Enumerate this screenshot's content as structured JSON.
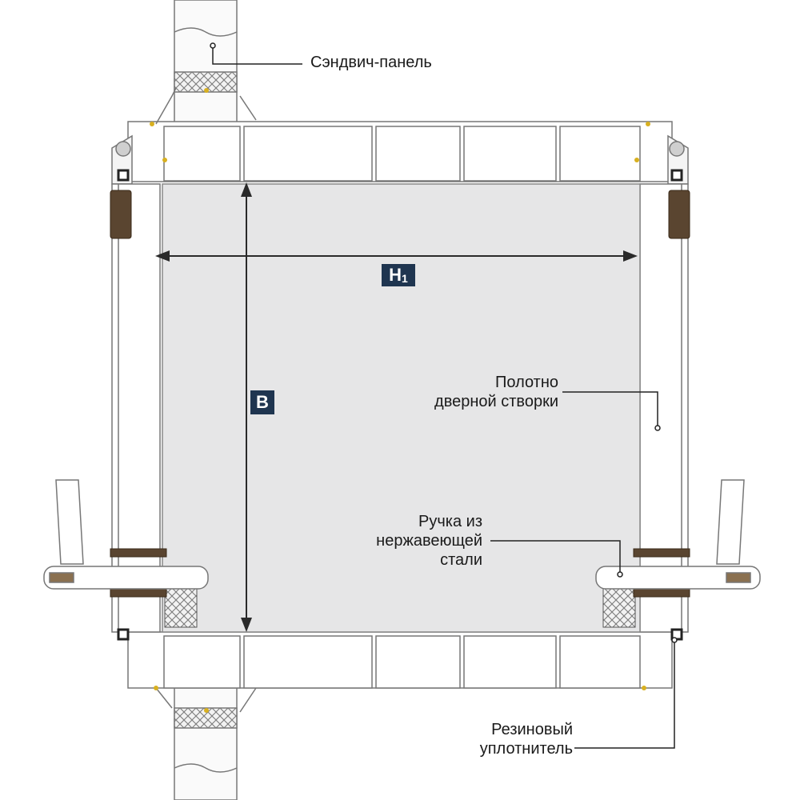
{
  "labels": {
    "sandwich_panel": "Сэндвич-панель",
    "door_leaf_line1": "Полотно",
    "door_leaf_line2": "дверной створки",
    "handle_line1": "Ручка из",
    "handle_line2": "нержавеющей",
    "handle_line3": "стали",
    "seal_line1": "Резиновый",
    "seal_line2": "уплотнитель"
  },
  "dimensions": {
    "width_letter": "H",
    "width_subscript": "1",
    "height_letter": "B"
  },
  "colors": {
    "leaf_fill": "#e6e6e7",
    "frame_line": "#6e6e6e",
    "badge_bg": "#1f3550",
    "seal_dark": "#4a3a2a",
    "accent_yellow": "#d8b020"
  }
}
